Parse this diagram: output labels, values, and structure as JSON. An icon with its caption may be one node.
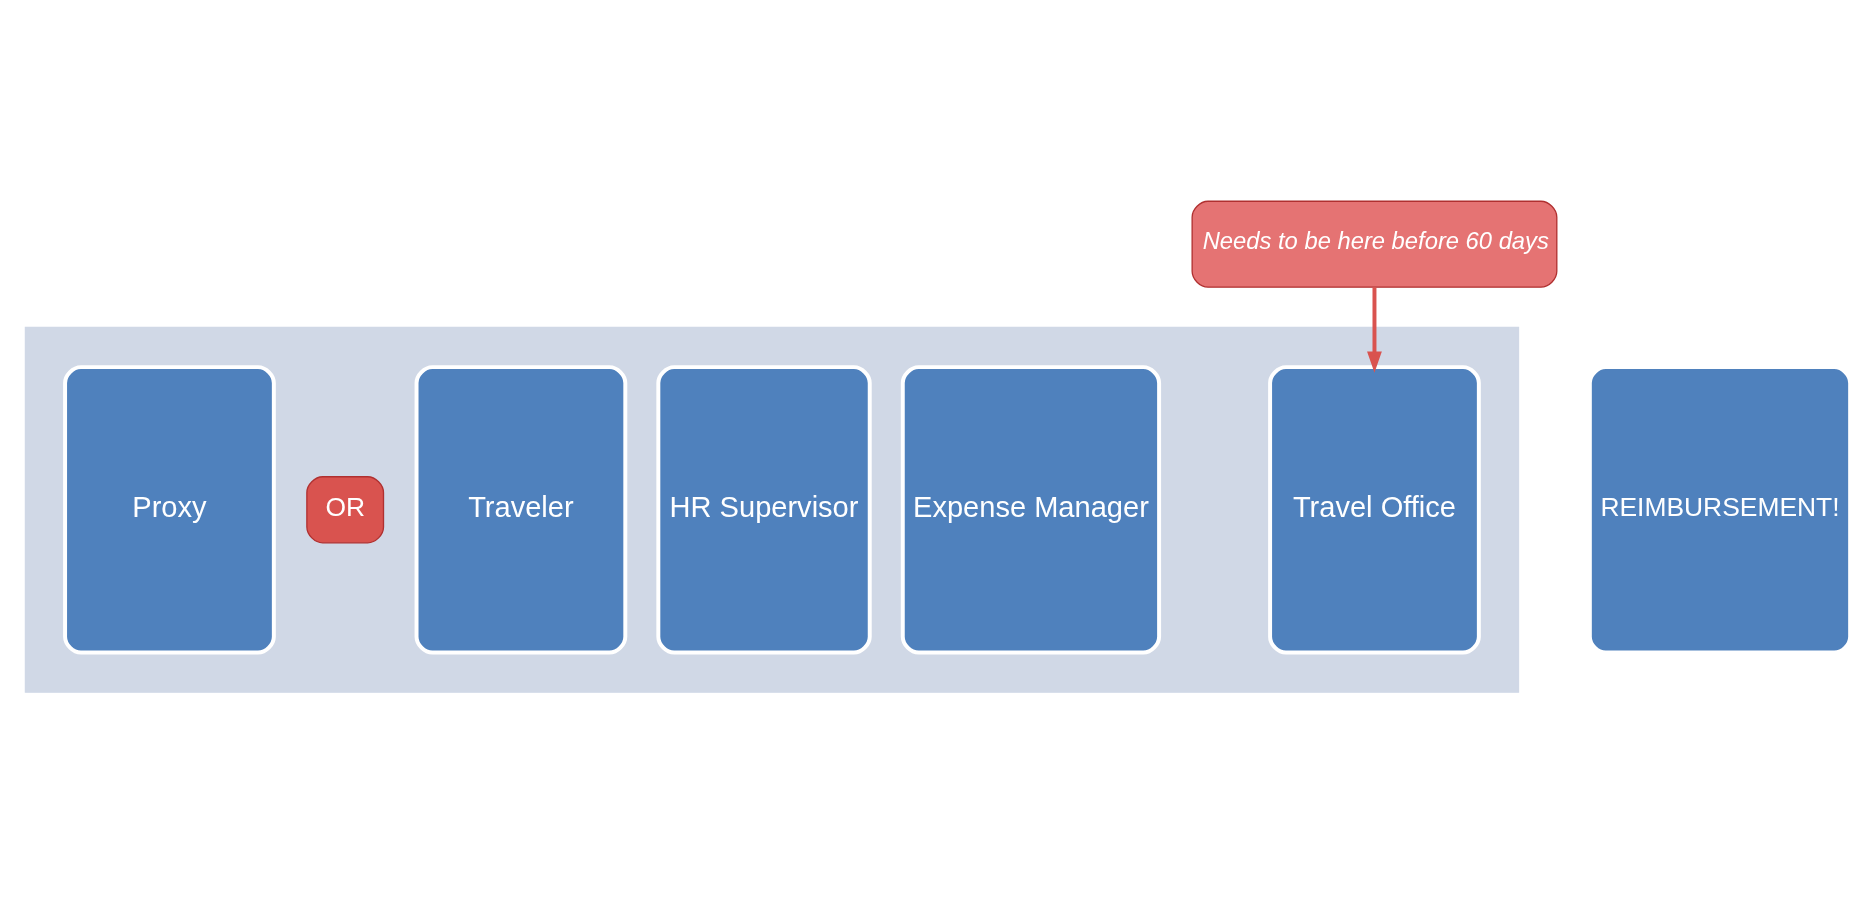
{
  "diagram": {
    "nodes": [
      {
        "text": [],
        "shape": "arrow"
      },
      {
        "text": [
          "Proxy"
        ],
        "in": 0
      },
      {
        "text": [
          "OR"
        ],
        "in": 0
      },
      {
        "text": [
          "Traveler"
        ],
        "in": 0
      },
      {
        "text": [
          "HR Supervisor"
        ],
        "in": 0
      },
      {
        "text": [
          "Expense Manager"
        ],
        "in": 0
      },
      {
        "text": [
          "Travel Office"
        ],
        "in": 0
      },
      {
        "text": [
          "REIMBURSEMENT!"
        ]
      },
      {
        "text": [
          "Needs to be here before 60 days"
        ]
      }
    ],
    "edges": [
      {
        "from": 8,
        "to": 6,
        "arrow": "to"
      }
    ]
  }
}
